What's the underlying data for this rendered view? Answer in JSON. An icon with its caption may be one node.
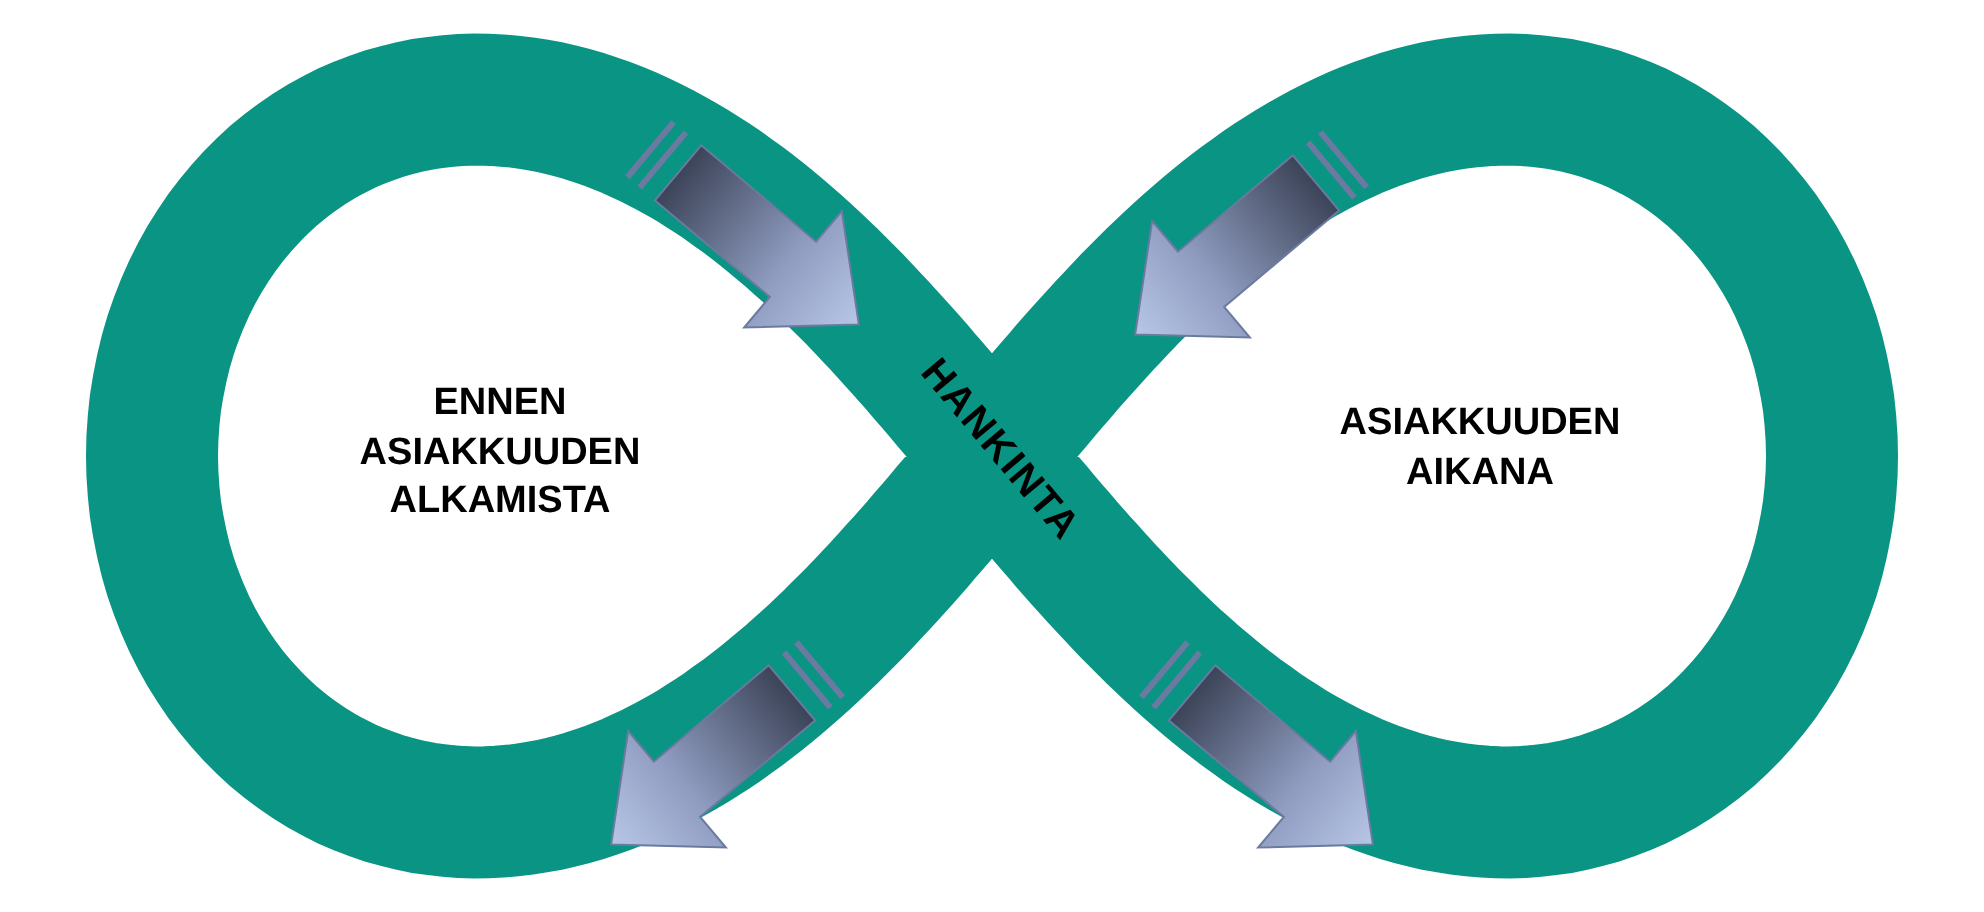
{
  "diagram": {
    "labels": [
      "ENNEN ASIAKKUUDEN ALKAMISTA",
      "HANKINTA",
      "ASIAKKUUDEN AIKANA"
    ]
  }
}
